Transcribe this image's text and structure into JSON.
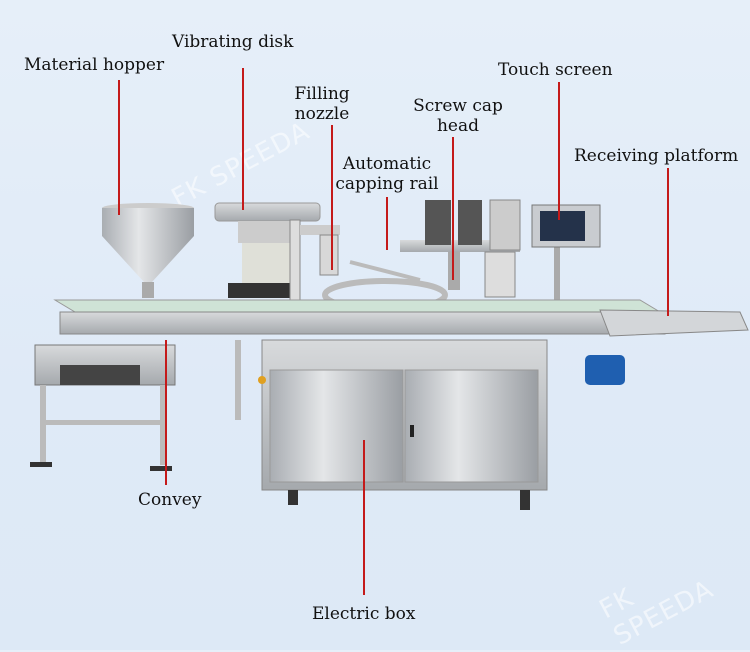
{
  "labels": {
    "material_hopper": "Material hopper",
    "vibrating_disk": "Vibrating disk",
    "filling_nozzle_1": "Filling",
    "filling_nozzle_2": "nozzle",
    "screw_cap_head_1": "Screw cap",
    "screw_cap_head_2": "head",
    "automatic_capping_rail_1": "Automatic",
    "automatic_capping_rail_2": "capping rail",
    "touch_screen": "Touch screen",
    "receiving_platform": "Receiving platform",
    "convey": "Convey",
    "electric_box": "Electric box"
  },
  "watermark": "FK SPEEDA",
  "colors": {
    "pointer_line": "#c41a1a",
    "background": "#e2ecf8",
    "motor": "#1f5fb0"
  }
}
